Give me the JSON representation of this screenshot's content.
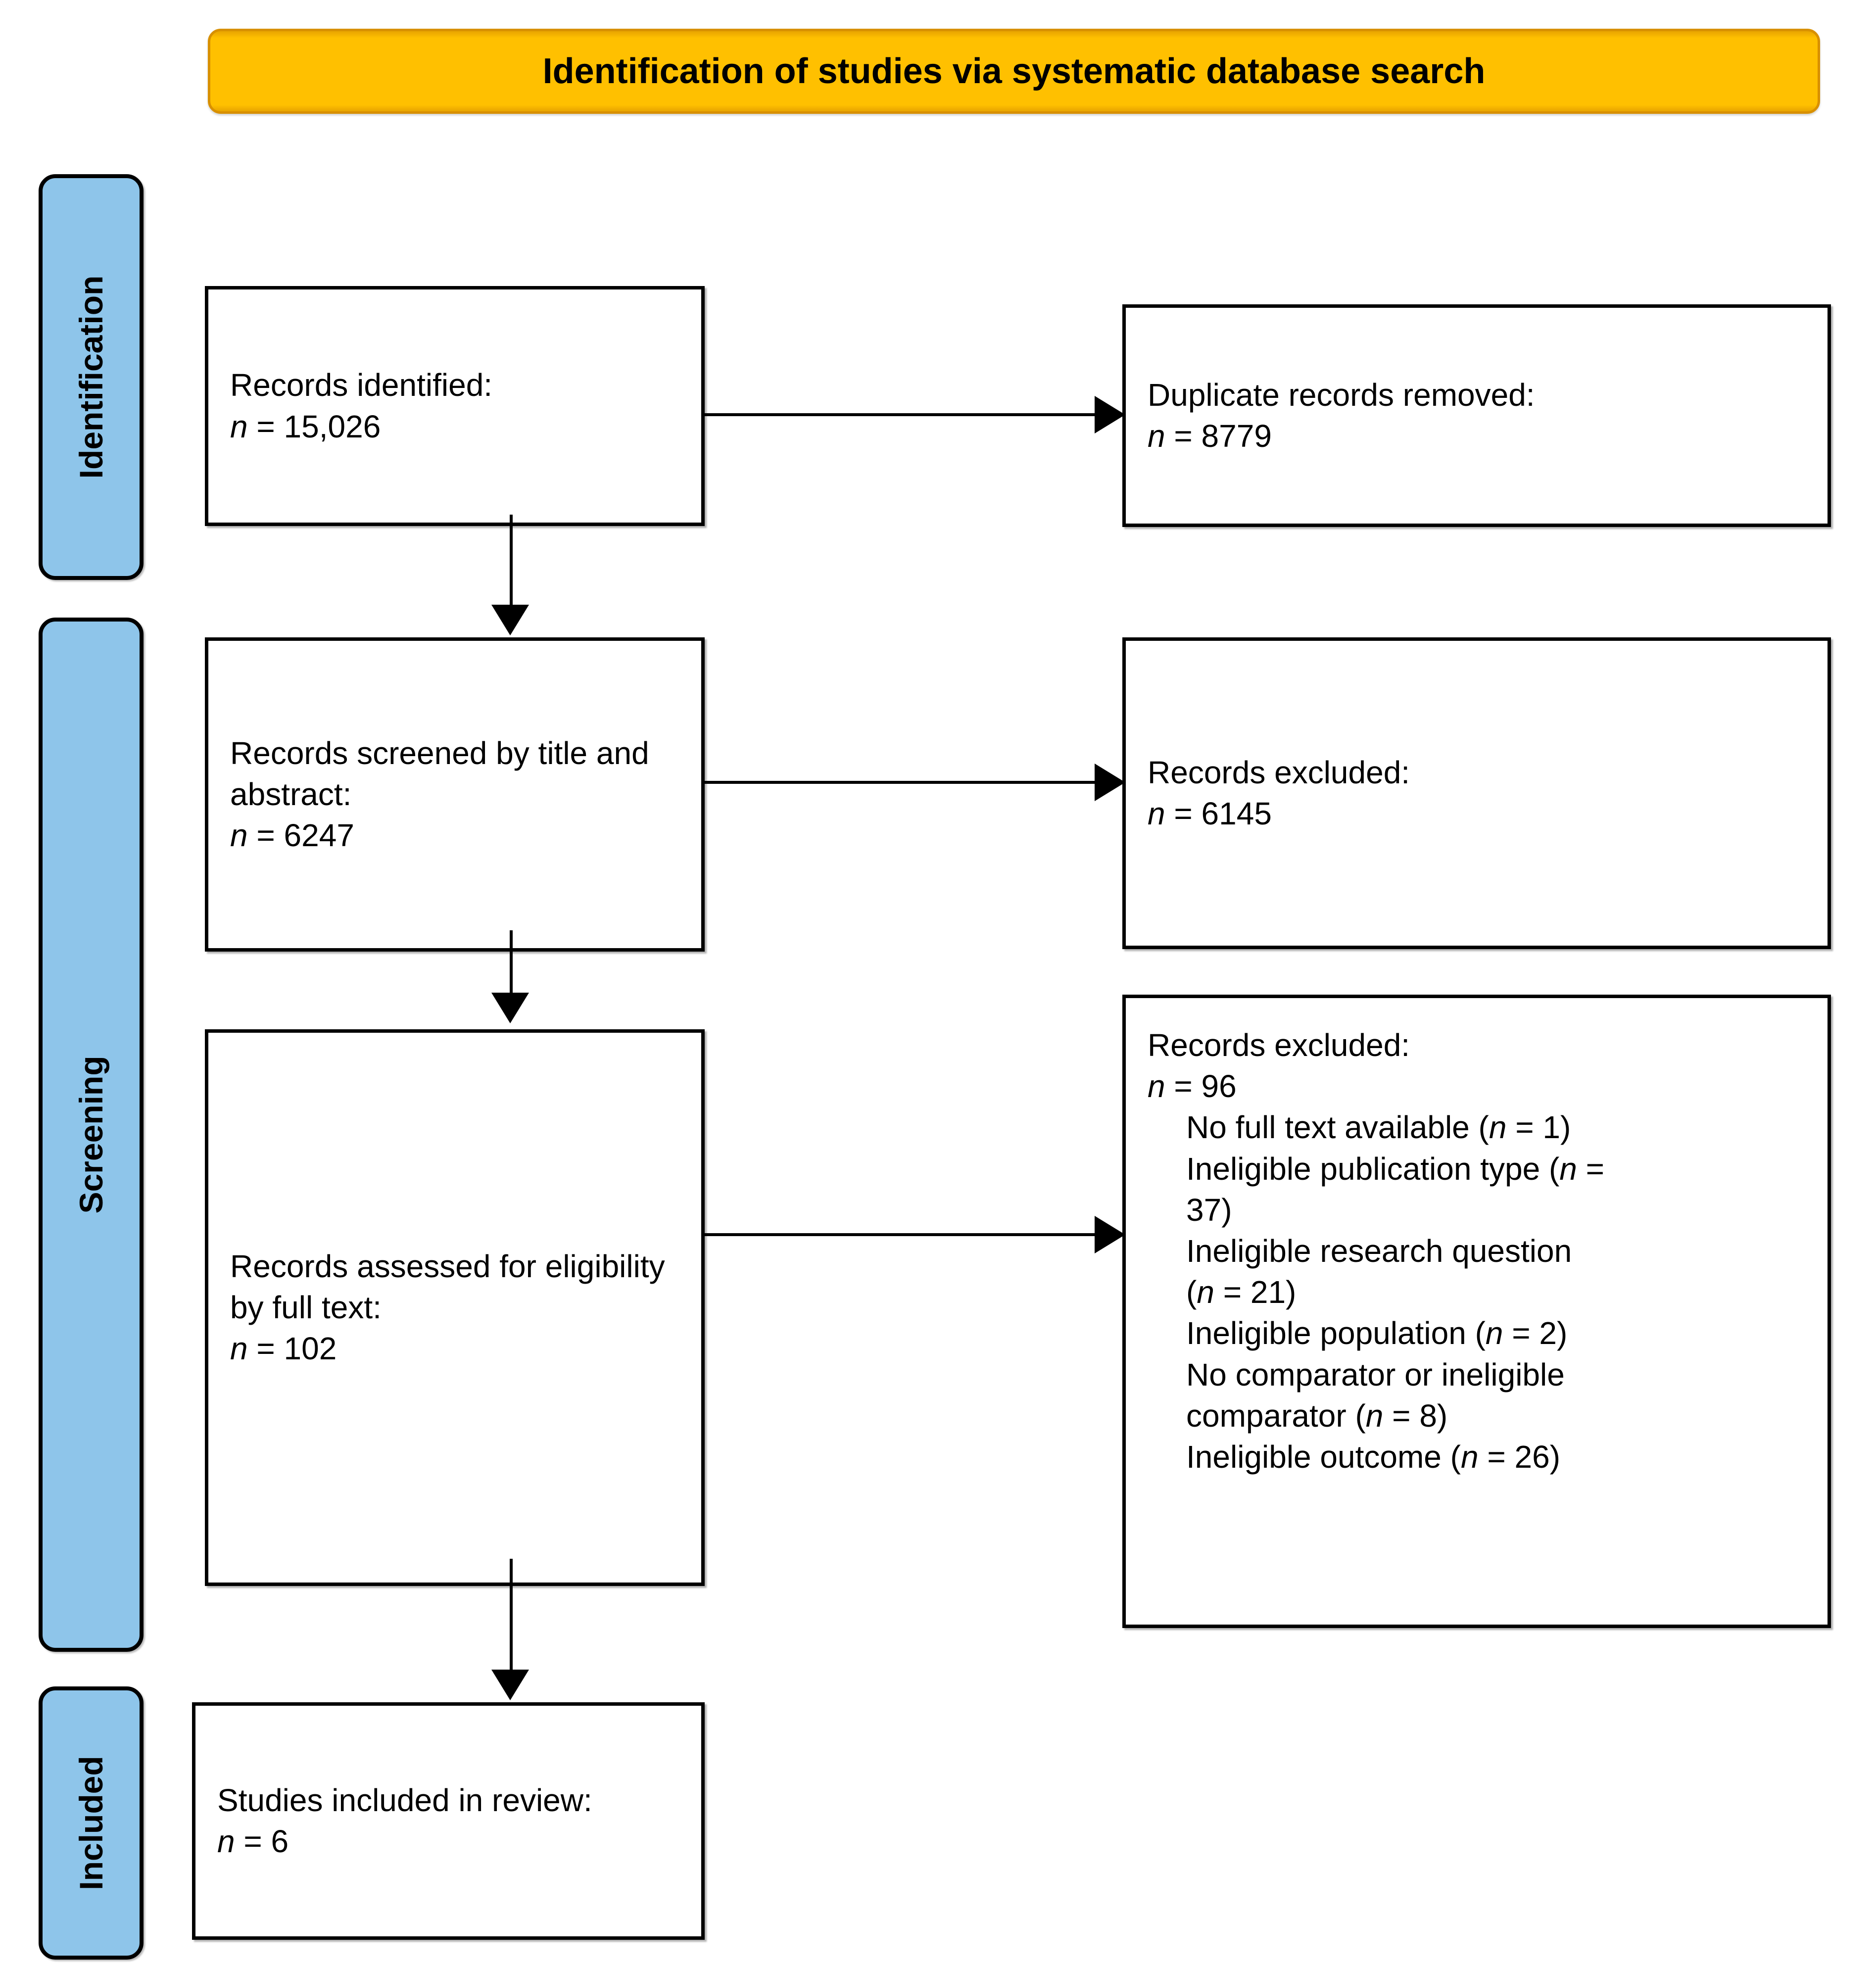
{
  "header": {
    "title": "Identification of studies via systematic database search",
    "fill_color": "#FFC000",
    "border_color": "#D89000"
  },
  "phases": [
    {
      "id": "identification",
      "label": "Identification",
      "fill_color": "#8EC5EA"
    },
    {
      "id": "screening",
      "label": "Screening",
      "fill_color": "#8EC5EA"
    },
    {
      "id": "included",
      "label": "Included",
      "fill_color": "#8EC5EA"
    }
  ],
  "boxes": {
    "identified": {
      "line1": "Records identified:",
      "n_label": "n",
      "n_value": " = 15,026"
    },
    "duplicates": {
      "line1": "Duplicate records removed:",
      "n_label": "n",
      "n_value": " = 8779"
    },
    "screened": {
      "line1": "Records screened by title and",
      "line2": "abstract:",
      "n_label": "n",
      "n_value": " = 6247"
    },
    "excluded_screening": {
      "line1": "Records excluded:",
      "n_label": "n",
      "n_value": " = 6145"
    },
    "assessed": {
      "line1": "Records assessed for eligibility",
      "line2": "by full text:",
      "n_label": "n",
      "n_value": " = 102"
    },
    "excluded_eligibility": {
      "line1": "Records excluded:",
      "n_label": "n",
      "n_value": " = 96",
      "reasons": [
        {
          "text_before": "No full text available (",
          "n_label": "n",
          "text_after": " = 1)"
        },
        {
          "text_before": "Ineligible publication type (",
          "n_label": "n",
          "text_after": " ="
        },
        {
          "text_before": "37)",
          "n_label": "",
          "text_after": ""
        },
        {
          "text_before": "Ineligible research question",
          "n_label": "",
          "text_after": ""
        },
        {
          "text_before": "(",
          "n_label": "n",
          "text_after": " = 21)"
        },
        {
          "text_before": "Ineligible population (",
          "n_label": "n",
          "text_after": " = 2)"
        },
        {
          "text_before": "No comparator or ineligible",
          "n_label": "",
          "text_after": ""
        },
        {
          "text_before": "comparator (",
          "n_label": "n",
          "text_after": " = 8)"
        },
        {
          "text_before": "Ineligible outcome (",
          "n_label": "n",
          "text_after": " = 26)"
        }
      ]
    },
    "included": {
      "line1": "Studies included in review:",
      "n_label": "n",
      "n_value": " = 6"
    }
  },
  "flow_data": {
    "type": "prisma-flow",
    "records_identified": 15026,
    "duplicate_records_removed": 8779,
    "records_screened_title_abstract": 6247,
    "records_excluded_screening": 6145,
    "records_assessed_full_text": 102,
    "records_excluded_eligibility": 96,
    "exclusion_reasons": [
      {
        "reason": "No full text available",
        "n": 1
      },
      {
        "reason": "Ineligible publication type",
        "n": 37
      },
      {
        "reason": "Ineligible research question",
        "n": 21
      },
      {
        "reason": "Ineligible population",
        "n": 2
      },
      {
        "reason": "No comparator or ineligible comparator",
        "n": 8
      },
      {
        "reason": "Ineligible outcome",
        "n": 26
      }
    ],
    "studies_included": 6
  }
}
